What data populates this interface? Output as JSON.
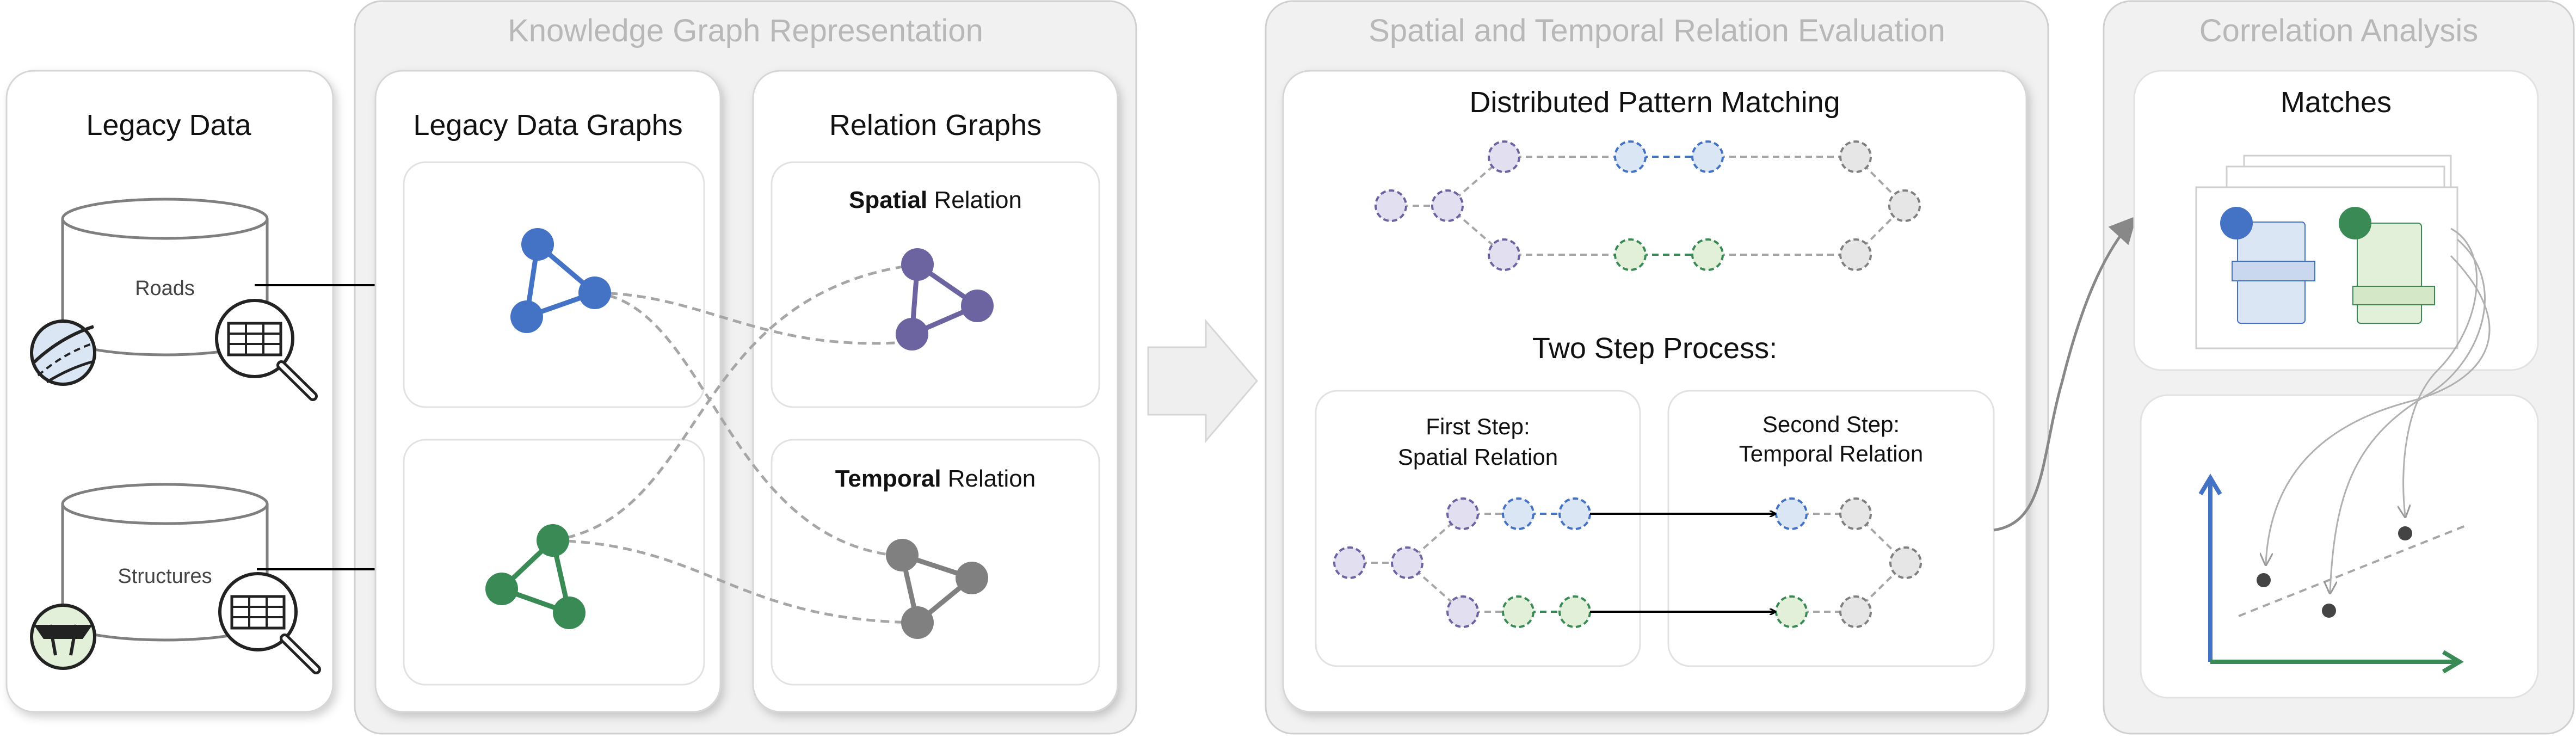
{
  "stages": {
    "knowledge_graph": "Knowledge Graph Representation",
    "evaluation": "Spatial and Temporal Relation Evaluation",
    "correlation": "Correlation Analysis"
  },
  "legacy": {
    "title": "Legacy Data",
    "db1": "Roads",
    "db2": "Structures"
  },
  "legacy_graphs": {
    "title": "Legacy Data Graphs"
  },
  "relation_graphs": {
    "title": "Relation Graphs",
    "spatial_bold": "Spatial",
    "spatial_rest": " Relation",
    "temporal_bold": "Temporal",
    "temporal_rest": " Relation"
  },
  "matching": {
    "title": "Distributed Pattern Matching",
    "process": "Two Step Process:",
    "step1_line1": "First Step:",
    "step1_line2": "Spatial Relation",
    "step2_line1": "Second Step:",
    "step2_line2": "Temporal Relation"
  },
  "matches": {
    "title": "Matches"
  },
  "colors": {
    "blue": "#4472c4",
    "green": "#3a8a55",
    "purple": "#6b64a0",
    "gray": "#808080",
    "stage_bg": "#f1f1f1",
    "stage_title": "#b8b8b8"
  },
  "icons": [
    "database-icon",
    "magnifier-table-icon",
    "road-icon",
    "bridge-icon",
    "arrow-icon"
  ]
}
